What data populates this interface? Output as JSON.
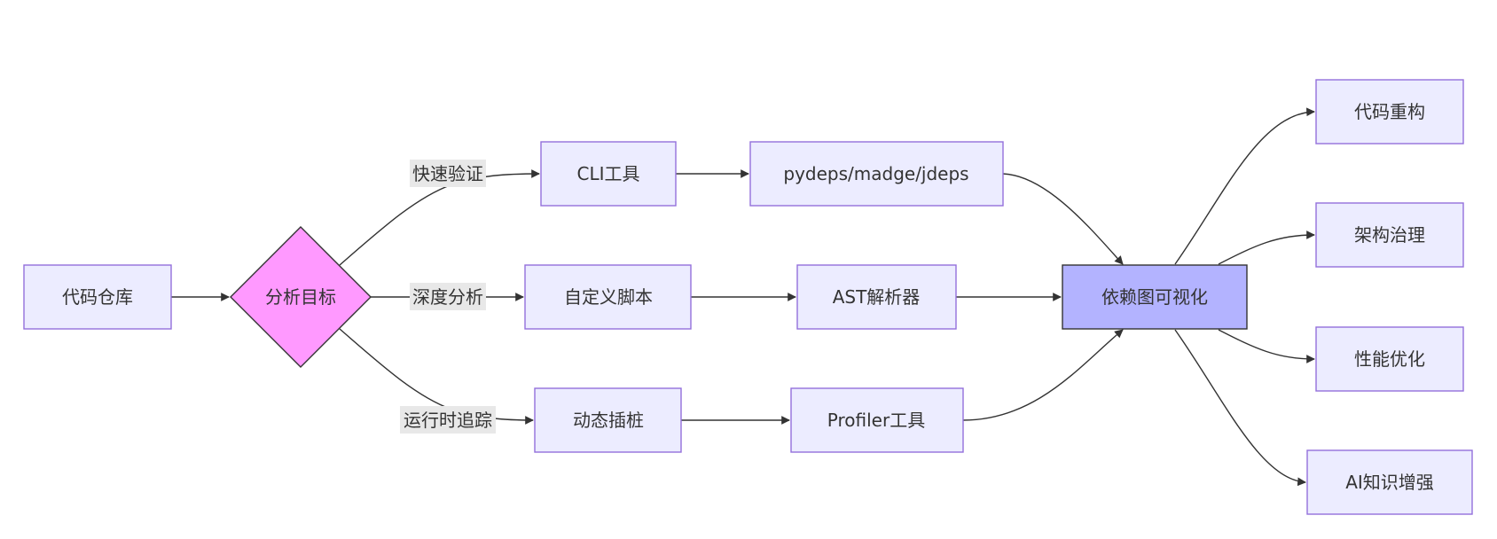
{
  "nodes": {
    "repo": "代码仓库",
    "goal": "分析目标",
    "cli": "CLI工具",
    "cli_tools": "pydeps/madge/jdeps",
    "script": "自定义脚本",
    "ast": "AST解析器",
    "instr": "动态插桩",
    "profiler": "Profiler工具",
    "viz": "依赖图可视化",
    "refactor": "代码重构",
    "arch": "架构治理",
    "perf": "性能优化",
    "ai": "AI知识增强"
  },
  "edge_labels": {
    "quick": "快速验证",
    "deep": "深度分析",
    "runtime": "运行时追踪"
  },
  "colors": {
    "node_fill": "#ececff",
    "node_stroke": "#9370db",
    "decision_fill": "#ff99ff",
    "decision_stroke": "#333333",
    "highlight_fill": "#b3b3ff",
    "highlight_stroke": "#333333",
    "edge": "#333333",
    "edge_label_bg": "#e8e8e8",
    "text": "#333333"
  }
}
